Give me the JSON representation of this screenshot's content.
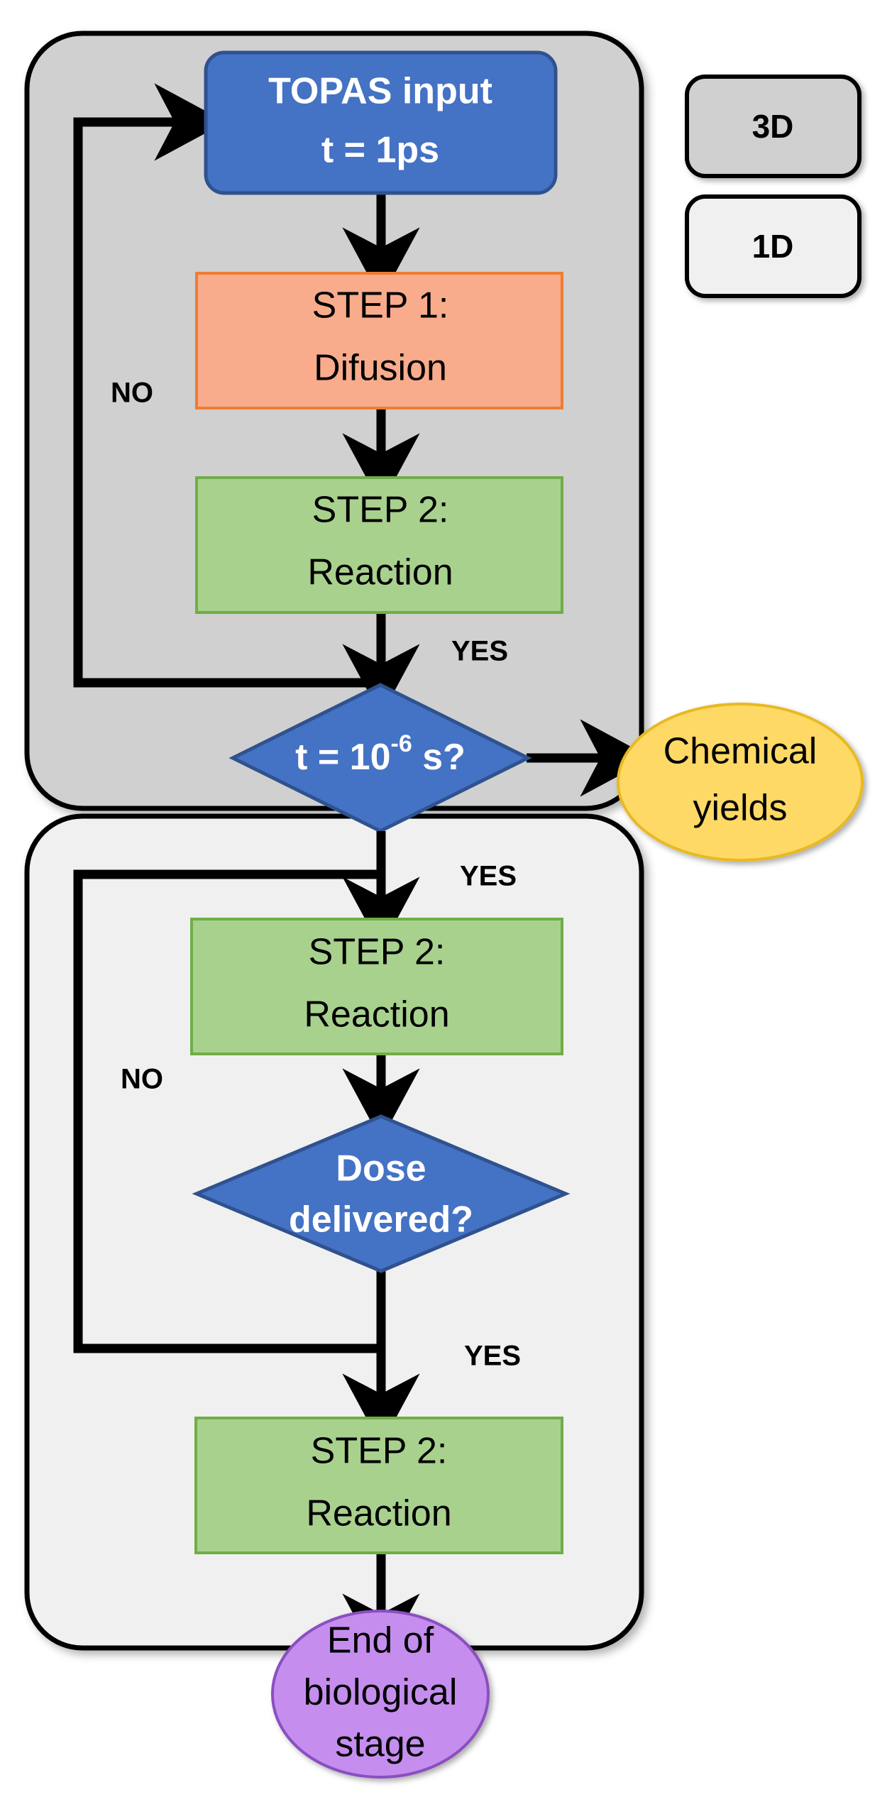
{
  "diagram": {
    "title": "TOPAS chemistry and biology simulation flowchart",
    "legend": [
      {
        "id": "legend-3d",
        "label": "3D",
        "fill": "#d0d0d0"
      },
      {
        "id": "legend-1d",
        "label": "1D",
        "fill": "#f0f0f0"
      }
    ],
    "containers": [
      {
        "id": "container-3d",
        "label": "3D",
        "fill": "#d0d0d0"
      },
      {
        "id": "container-1d",
        "label": "1D",
        "fill": "#f0f0f0"
      }
    ],
    "nodes": {
      "topas_input_line1": "TOPAS input",
      "topas_input_line2": "t = 1ps",
      "step1_line1": "STEP 1:",
      "step1_line2": "Difusion",
      "step2_chem_line1": "STEP 2:",
      "step2_chem_line2": "Reaction",
      "decision_time_prefix": "t = 10",
      "decision_time_exponent": "-6",
      "decision_time_suffix": " s?",
      "chemical_yields_line1": "Chemical",
      "chemical_yields_line2": "yields",
      "step2_bio1_line1": "STEP 2:",
      "step2_bio1_line2": "Reaction",
      "decision_dose_line1": "Dose",
      "decision_dose_line2": "delivered?",
      "step2_bio2_line1": "STEP 2:",
      "step2_bio2_line2": "Reaction",
      "end_line1": "End of",
      "end_line2": "biological",
      "end_line3": "stage"
    },
    "edge_labels": {
      "no_chem": "NO",
      "yes_chem_down": "YES",
      "yes_chem_right": "YES",
      "yes_bio_top": "YES",
      "no_bio": "NO",
      "yes_bio_bottom": "YES"
    },
    "colors": {
      "blue_fill": "#4472c4",
      "blue_stroke": "#2f528f",
      "orange_fill": "#f8ac8c",
      "orange_stroke": "#ed7d31",
      "green_fill": "#a9d18e",
      "green_stroke": "#70ad47",
      "yellow_fill": "#ffd966",
      "yellow_stroke": "#e8b923",
      "purple_fill": "#c58eee",
      "purple_stroke": "#8a4fc0",
      "grey_3d": "#d0d0d0",
      "grey_1d": "#f0f0f0",
      "outline": "#000000",
      "arrow": "#000000"
    }
  }
}
